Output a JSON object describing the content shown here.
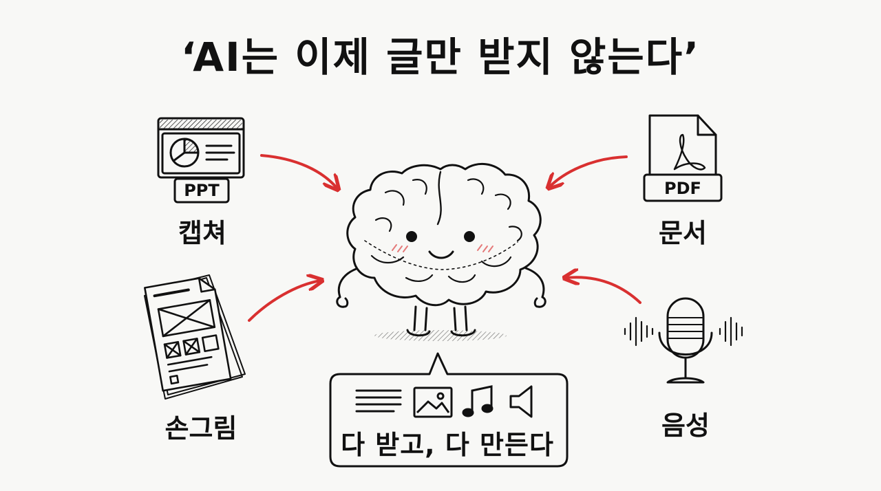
{
  "title": "‘AI는 이제 글만 받지 않는다’",
  "inputs": {
    "ppt": {
      "badge": "PPT",
      "label": "캡쳐",
      "icon": "presentation-window-icon"
    },
    "pdf": {
      "badge": "PDF",
      "label": "문서",
      "icon": "pdf-file-icon"
    },
    "sketch": {
      "label": "손그림",
      "icon": "wireframe-sketch-icon"
    },
    "voice": {
      "label": "음성",
      "icon": "microphone-icon"
    }
  },
  "center": {
    "icon": "brain-character-icon"
  },
  "bubble": {
    "text": "다 받고, 다 만든다",
    "icons": [
      "text-lines-icon",
      "image-icon",
      "music-note-icon",
      "speaker-icon"
    ]
  },
  "colors": {
    "arrow": "#d93030",
    "ink": "#111111",
    "background": "#f8f8f6"
  }
}
